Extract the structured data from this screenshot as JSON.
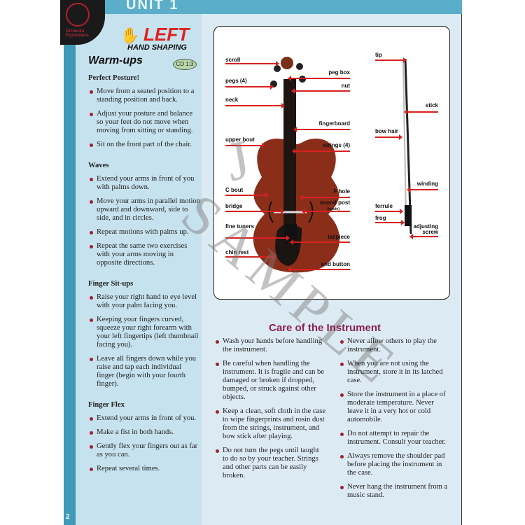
{
  "header": {
    "unit": "UNIT 1",
    "logo_text": "Orchestra Expressions"
  },
  "section": {
    "title_big": "LEFT",
    "title_small": "HAND SHAPING",
    "subtitle": "Warm-ups",
    "cd_badge": "CD 1:3"
  },
  "left_column": [
    {
      "heading": "Perfect Posture!",
      "items": [
        "Move from a seated position to a standing position and back.",
        "Adjust your posture and balance so your feet do not move when moving from sitting or standing.",
        "Sit on the front part of the chair."
      ]
    },
    {
      "heading": "Waves",
      "items": [
        "Extend your arms in front of you with palms down.",
        "Move your arms in parallel motion upward and downward, side to side, and in circles.",
        "Repeat motions with palms up.",
        "Repeat the same two exercises with your arms moving in opposite directions."
      ]
    },
    {
      "heading": "Finger Sit-ups",
      "items": [
        "Raise your right hand to eye level with your palm facing you.",
        "Keeping your fingers curved, squeeze your right forearm with your left fingertips (left thumbnail facing you).",
        "Leave all fingers down while you raise and tap each individual finger (begin with your fourth finger)."
      ]
    },
    {
      "heading": "Finger Flex",
      "items": [
        "Extend your arms in front of you.",
        "Make a fist in both hands.",
        "Gently flex your fingers out as far as you can.",
        "Repeat several times."
      ]
    }
  ],
  "diagram": {
    "violin_left": [
      "scroll",
      "pegs (4)",
      "neck",
      "upper bout",
      "C bout",
      "bridge",
      "fine tuners",
      "chin rest"
    ],
    "violin_right": [
      "peg box",
      "nut",
      "fingerboard",
      "strings (4)",
      "F hole",
      "sound post",
      "(inside)",
      "tailpiece",
      "end button"
    ],
    "bow": [
      "tip",
      "stick",
      "bow hair",
      "winding",
      "ferrule",
      "frog",
      "adjusting screw"
    ]
  },
  "watermark": "SAMPLE",
  "care": {
    "title": "Care of the Instrument",
    "col1": [
      "Wash your hands before handling the instrument.",
      "Be careful when handling the instrument. It is fragile and can be damaged or broken if dropped, bumped, or struck against other objects.",
      "Keep a clean, soft cloth in the case to wipe fingerprints and rosin dust from the strings, instrument, and bow stick after playing.",
      "Do not turn the pegs until taught to do so by your teacher. Strings and other parts can be easily broken."
    ],
    "col2": [
      "Never allow others to play the instrument.",
      "When you are not using the instrument, store it in its latched case.",
      "Store the instrument in a place of moderate temperature. Never leave it in a very hot or cold automobile.",
      "Do not attempt to repair the instrument. Consult your teacher.",
      "Always remove the shoulder pad before placing the instrument in the case.",
      "Never hang the instrument from a music stand."
    ]
  },
  "page_number": "2",
  "colors": {
    "accent_red": "#d82020",
    "title_maroon": "#8a2050",
    "strip_teal": "#3d9bb8"
  }
}
